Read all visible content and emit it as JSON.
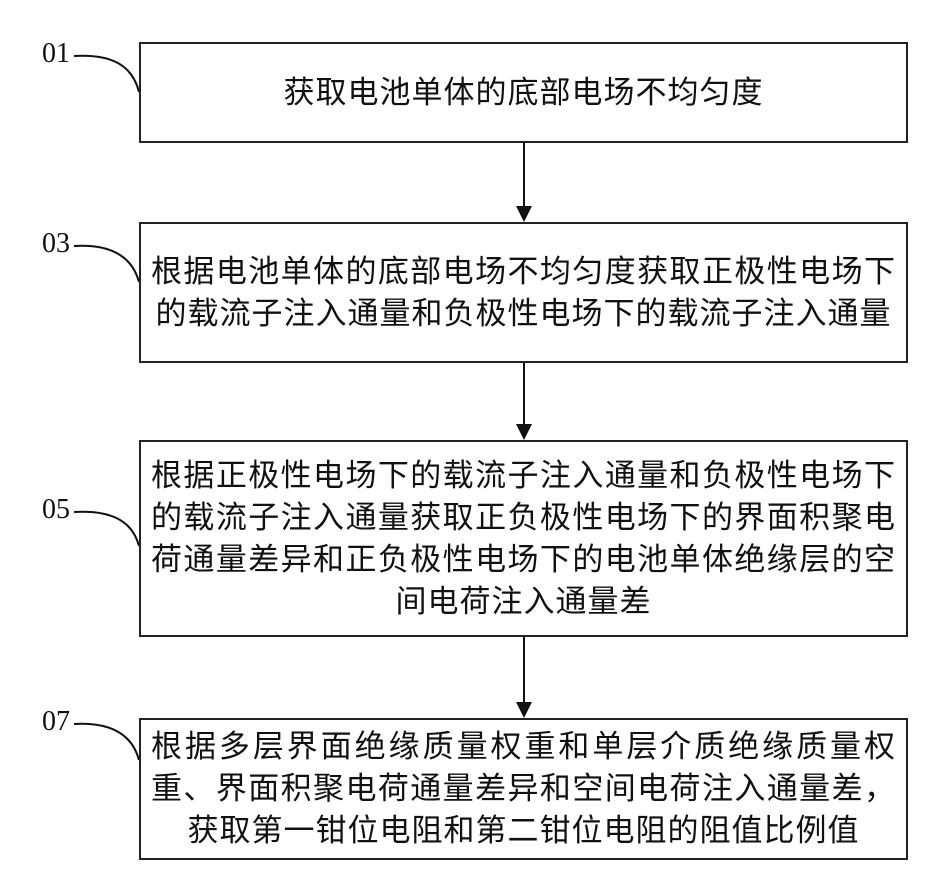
{
  "steps": [
    {
      "label": "01",
      "text": "获取电池单体的底部电场不均匀度"
    },
    {
      "label": "03",
      "text": "根据电池单体的底部电场不均匀度获取正极性电场下的载流子注入通量和负极性电场下的载流子注入通量"
    },
    {
      "label": "05",
      "text": "根据正极性电场下的载流子注入通量和负极性电场下的载流子注入通量获取正负极性电场下的界面积聚电荷通量差异和正负极性电场下的电池单体绝缘层的空间电荷注入通量差"
    },
    {
      "label": "07",
      "text": "根据多层界面绝缘质量权重和单层介质绝缘质量权重、界面积聚电荷通量差异和空间电荷注入通量差，获取第一钳位电阻和第二钳位电阻的阻值比例值"
    }
  ]
}
